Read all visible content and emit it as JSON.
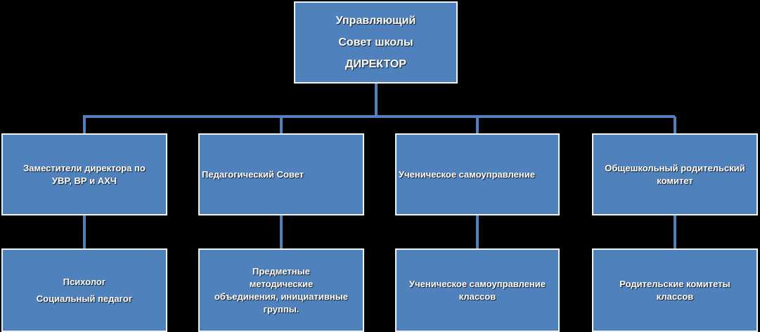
{
  "top_box": {
    "line1": "Управляющий",
    "line2": "Совет школы",
    "line3": "ДИРЕКТОР"
  },
  "middle_boxes": [
    {
      "line1": "Заместители директора по",
      "line2": "УВР, ВР и АХЧ"
    },
    {
      "line1": "Педагогический Совет"
    },
    {
      "line1": "Ученическое самоуправление"
    },
    {
      "line1": "Общешкольный родительский",
      "line2": "комитет"
    }
  ],
  "bottom_boxes": [
    {
      "line1": "Психолог",
      "line2": "Социальный педагог"
    },
    {
      "line1": "Предметные",
      "line2": "методические",
      "line3": "объединения, инициативные",
      "line4": "группы."
    },
    {
      "line1": "Ученическое самоуправление",
      "line2": "классов"
    },
    {
      "line1": "Родительские комитеты",
      "line2": "классов"
    }
  ],
  "colors": {
    "box_fill": "#4F81BD",
    "box_border": "#F2F2F2",
    "connector": "#4F81BD",
    "background": "#000000"
  }
}
